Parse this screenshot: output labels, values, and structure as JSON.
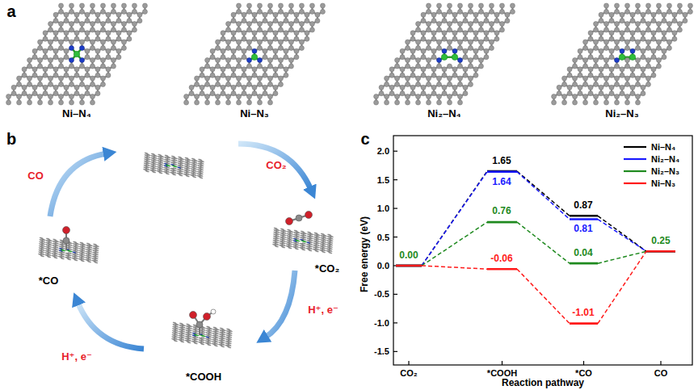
{
  "diagram": {
    "labels": [
      "a",
      "Ni–N₄",
      "Ni–N₃",
      "Ni₂–N₄",
      "Ni₂–N₃",
      "b",
      "CO₂",
      "*CO₂",
      "H⁺, e⁻",
      "*COOH",
      "H⁺, e⁻",
      "*CO",
      "CO",
      "c",
      "Free energy (eV)",
      "2.0",
      "1.5",
      "1.0",
      "0.5",
      "0.0",
      "-0.5",
      "-1.0",
      "-1.5",
      "CO₂",
      "*COOH",
      "*CO",
      "CO",
      "Reaction pathway",
      "1.65",
      "1.64",
      "0.87",
      "0.81",
      "0.76",
      "0.04",
      "0.00",
      "0.25",
      "-0.06",
      "-1.01"
    ],
    "legend": [
      {
        "text": "Ni–N₄"
      },
      {
        "text": "Ni₂–N₄"
      },
      {
        "text": "Ni₂–N₃"
      },
      {
        "text": "Ni–N₃"
      }
    ]
  }
}
